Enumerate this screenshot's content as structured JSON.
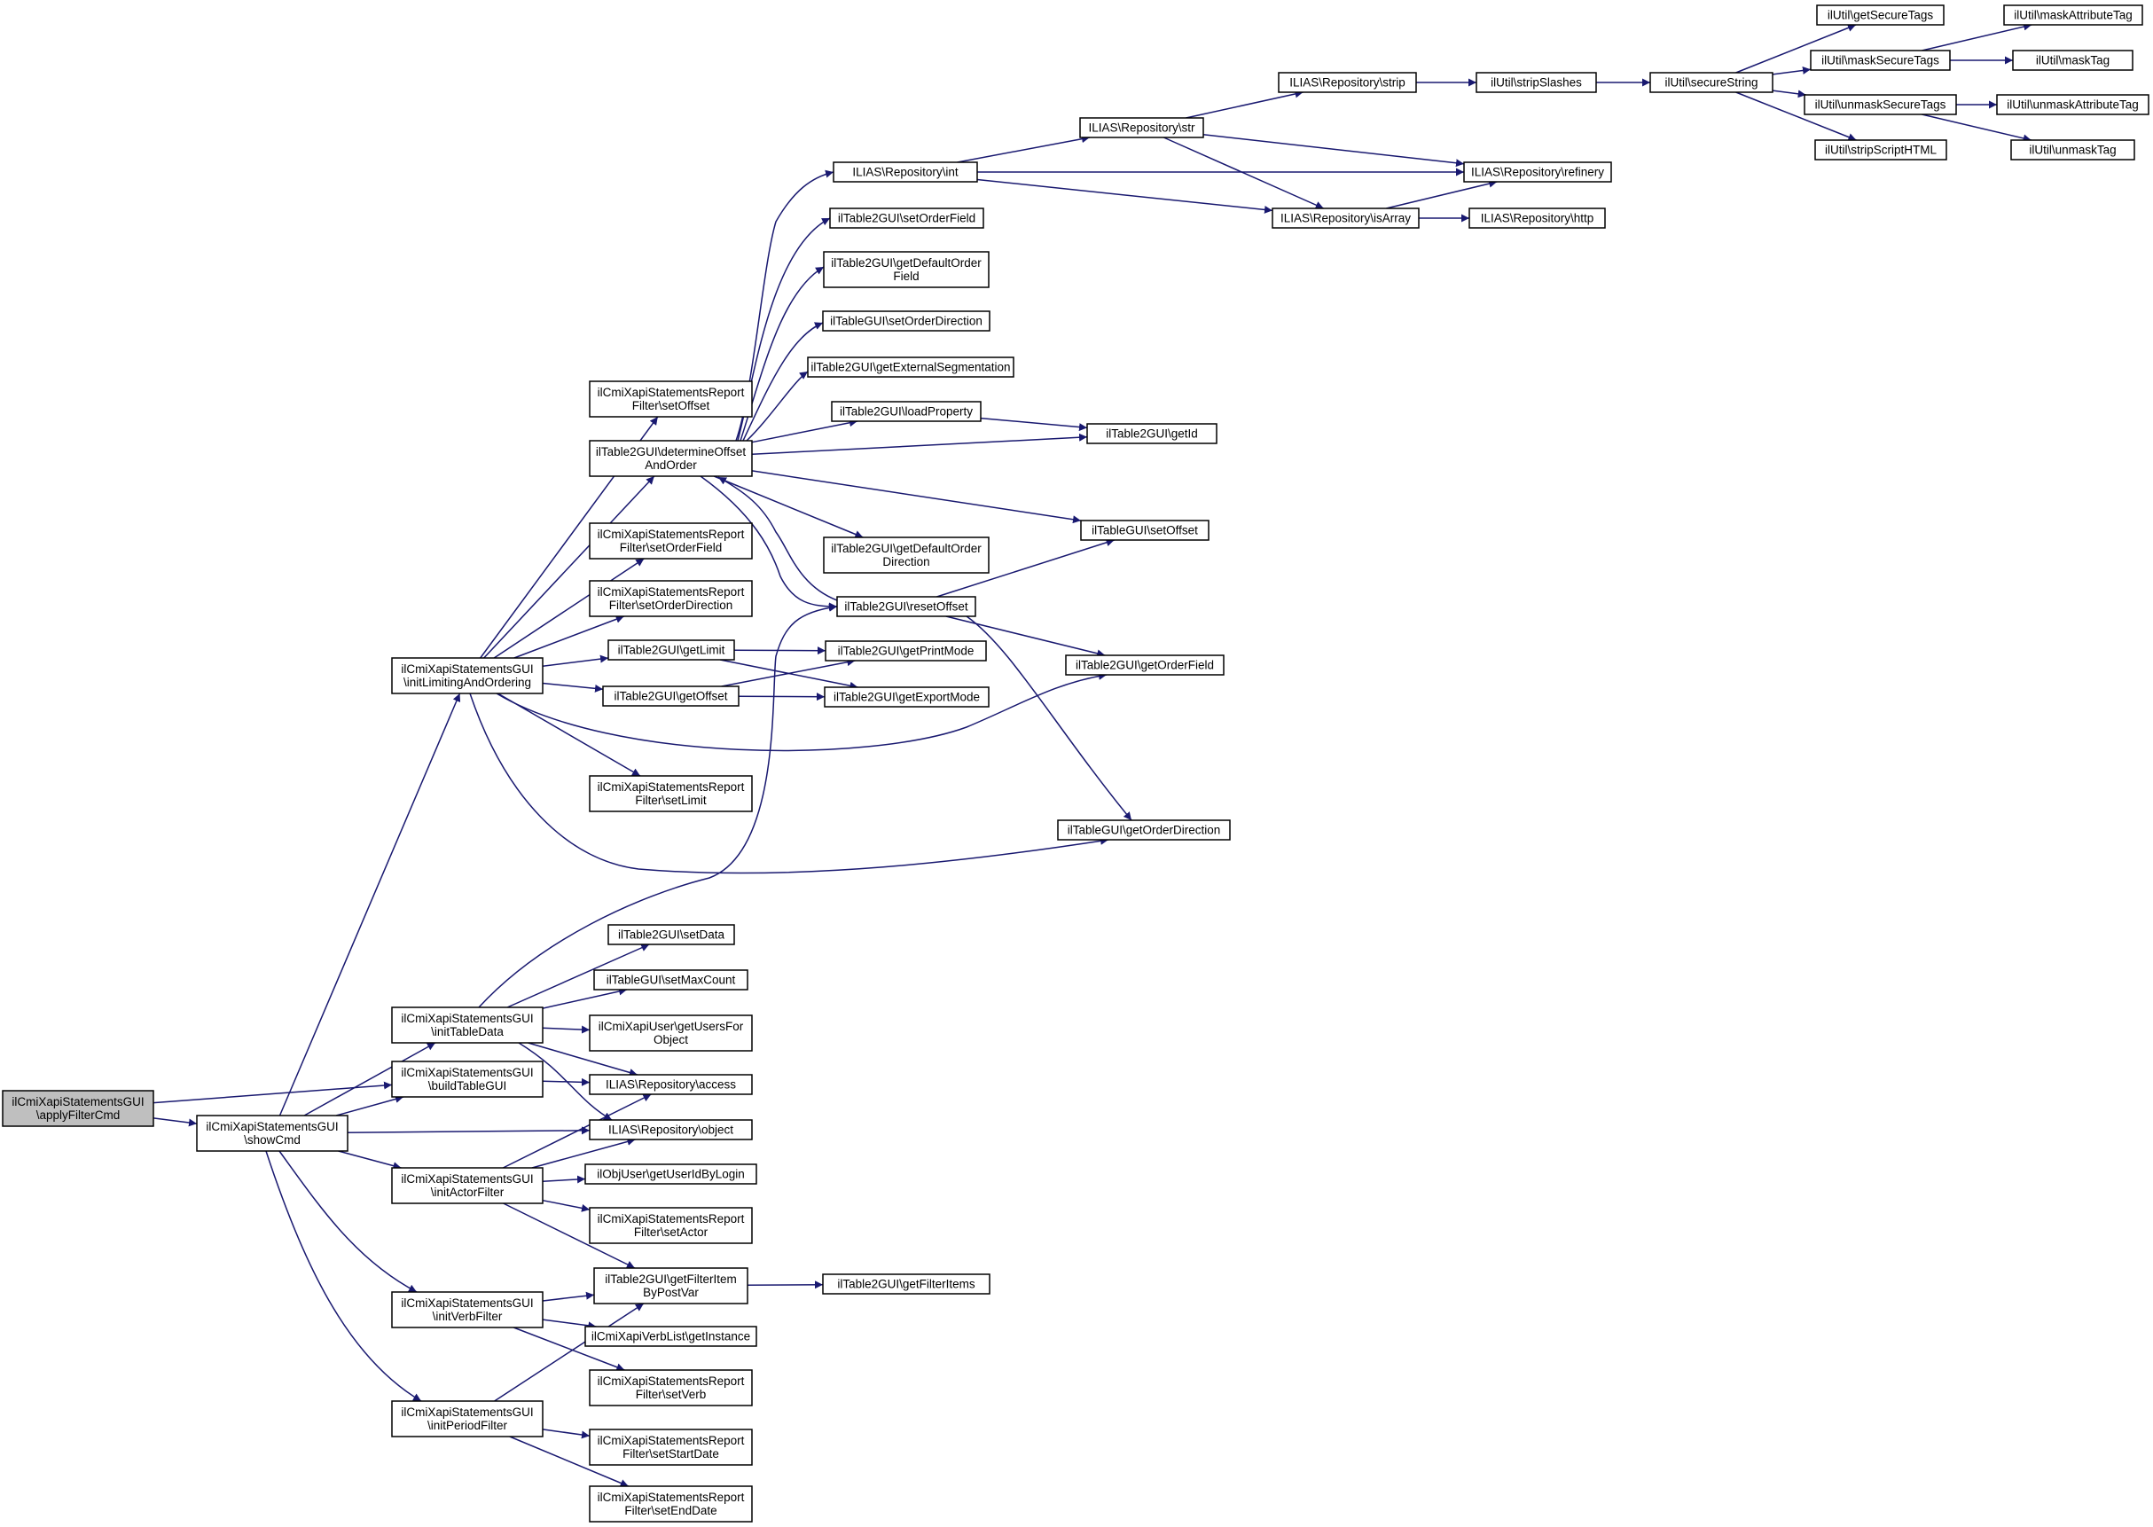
{
  "diagram": {
    "nodes": [
      {
        "id": "applyFilterCmd",
        "lines": [
          "ilCmiXapiStatementsGUI",
          "\\applyFilterCmd"
        ],
        "root": true
      },
      {
        "id": "showCmd",
        "lines": [
          "ilCmiXapiStatementsGUI",
          "\\showCmd"
        ]
      },
      {
        "id": "initLimitingAndOrdering",
        "lines": [
          "ilCmiXapiStatementsGUI",
          "\\initLimitingAndOrdering"
        ]
      },
      {
        "id": "initTableData",
        "lines": [
          "ilCmiXapiStatementsGUI",
          "\\initTableData"
        ]
      },
      {
        "id": "buildTableGUI",
        "lines": [
          "ilCmiXapiStatementsGUI",
          "\\buildTableGUI"
        ]
      },
      {
        "id": "initActorFilter",
        "lines": [
          "ilCmiXapiStatementsGUI",
          "\\initActorFilter"
        ]
      },
      {
        "id": "initVerbFilter",
        "lines": [
          "ilCmiXapiStatementsGUI",
          "\\initVerbFilter"
        ]
      },
      {
        "id": "initPeriodFilter",
        "lines": [
          "ilCmiXapiStatementsGUI",
          "\\initPeriodFilter"
        ]
      },
      {
        "id": "rf_setOffset",
        "lines": [
          "ilCmiXapiStatementsReport",
          "Filter\\setOffset"
        ]
      },
      {
        "id": "t2_determineOffsetAndOrder",
        "lines": [
          "ilTable2GUI\\determineOffset",
          "AndOrder"
        ]
      },
      {
        "id": "rf_setOrderField",
        "lines": [
          "ilCmiXapiStatementsReport",
          "Filter\\setOrderField"
        ]
      },
      {
        "id": "rf_setOrderDirection",
        "lines": [
          "ilCmiXapiStatementsReport",
          "Filter\\setOrderDirection"
        ]
      },
      {
        "id": "t2_getLimit",
        "lines": [
          "ilTable2GUI\\getLimit"
        ]
      },
      {
        "id": "t2_getOffset",
        "lines": [
          "ilTable2GUI\\getOffset"
        ]
      },
      {
        "id": "rf_setLimit",
        "lines": [
          "ilCmiXapiStatementsReport",
          "Filter\\setLimit"
        ]
      },
      {
        "id": "t2_setData",
        "lines": [
          "ilTable2GUI\\setData"
        ]
      },
      {
        "id": "t_setMaxCount",
        "lines": [
          "ilTableGUI\\setMaxCount"
        ]
      },
      {
        "id": "xu_getUsersForObject",
        "lines": [
          "ilCmiXapiUser\\getUsersFor",
          "Object"
        ]
      },
      {
        "id": "repo_access",
        "lines": [
          "ILIAS\\Repository\\access"
        ]
      },
      {
        "id": "repo_object",
        "lines": [
          "ILIAS\\Repository\\object"
        ]
      },
      {
        "id": "ou_getUserIdByLogin",
        "lines": [
          "ilObjUser\\getUserIdByLogin"
        ]
      },
      {
        "id": "rf_setActor",
        "lines": [
          "ilCmiXapiStatementsReport",
          "Filter\\setActor"
        ]
      },
      {
        "id": "t2_getFilterItemByPostVar",
        "lines": [
          "ilTable2GUI\\getFilterItem",
          "ByPostVar"
        ]
      },
      {
        "id": "vl_getInstance",
        "lines": [
          "ilCmiXapiVerbList\\getInstance"
        ]
      },
      {
        "id": "rf_setVerb",
        "lines": [
          "ilCmiXapiStatementsReport",
          "Filter\\setVerb"
        ]
      },
      {
        "id": "rf_setStartDate",
        "lines": [
          "ilCmiXapiStatementsReport",
          "Filter\\setStartDate"
        ]
      },
      {
        "id": "rf_setEndDate",
        "lines": [
          "ilCmiXapiStatementsReport",
          "Filter\\setEndDate"
        ]
      },
      {
        "id": "repo_int",
        "lines": [
          "ILIAS\\Repository\\int"
        ]
      },
      {
        "id": "t2_setOrderField",
        "lines": [
          "ilTable2GUI\\setOrderField"
        ]
      },
      {
        "id": "t2_getDefaultOrderField",
        "lines": [
          "ilTable2GUI\\getDefaultOrder",
          "Field"
        ]
      },
      {
        "id": "t_setOrderDirection",
        "lines": [
          "ilTableGUI\\setOrderDirection"
        ]
      },
      {
        "id": "t2_getExternalSegmentation",
        "lines": [
          "ilTable2GUI\\getExternalSegmentation"
        ]
      },
      {
        "id": "t2_loadProperty",
        "lines": [
          "ilTable2GUI\\loadProperty"
        ]
      },
      {
        "id": "t2_getDefaultOrderDirection",
        "lines": [
          "ilTable2GUI\\getDefaultOrder",
          "Direction"
        ]
      },
      {
        "id": "t2_resetOffset",
        "lines": [
          "ilTable2GUI\\resetOffset"
        ]
      },
      {
        "id": "t2_getPrintMode",
        "lines": [
          "ilTable2GUI\\getPrintMode"
        ]
      },
      {
        "id": "t2_getExportMode",
        "lines": [
          "ilTable2GUI\\getExportMode"
        ]
      },
      {
        "id": "t2_getFilterItems",
        "lines": [
          "ilTable2GUI\\getFilterItems"
        ]
      },
      {
        "id": "repo_str",
        "lines": [
          "ILIAS\\Repository\\str"
        ]
      },
      {
        "id": "repo_isArray",
        "lines": [
          "ILIAS\\Repository\\isArray"
        ]
      },
      {
        "id": "t2_getId",
        "lines": [
          "ilTable2GUI\\getId"
        ]
      },
      {
        "id": "t_setOffset",
        "lines": [
          "ilTableGUI\\setOffset"
        ]
      },
      {
        "id": "t2_getOrderField",
        "lines": [
          "ilTable2GUI\\getOrderField"
        ]
      },
      {
        "id": "t_getOrderDirection",
        "lines": [
          "ilTableGUI\\getOrderDirection"
        ]
      },
      {
        "id": "repo_strip",
        "lines": [
          "ILIAS\\Repository\\strip"
        ]
      },
      {
        "id": "repo_refinery",
        "lines": [
          "ILIAS\\Repository\\refinery"
        ]
      },
      {
        "id": "repo_http",
        "lines": [
          "ILIAS\\Repository\\http"
        ]
      },
      {
        "id": "u_stripSlashes",
        "lines": [
          "ilUtil\\stripSlashes"
        ]
      },
      {
        "id": "u_secureString",
        "lines": [
          "ilUtil\\secureString"
        ]
      },
      {
        "id": "u_getSecureTags",
        "lines": [
          "ilUtil\\getSecureTags"
        ]
      },
      {
        "id": "u_maskSecureTags",
        "lines": [
          "ilUtil\\maskSecureTags"
        ]
      },
      {
        "id": "u_unmaskSecureTags",
        "lines": [
          "ilUtil\\unmaskSecureTags"
        ]
      },
      {
        "id": "u_stripScriptHTML",
        "lines": [
          "ilUtil\\stripScriptHTML"
        ]
      },
      {
        "id": "u_maskAttributeTag",
        "lines": [
          "ilUtil\\maskAttributeTag"
        ]
      },
      {
        "id": "u_maskTag",
        "lines": [
          "ilUtil\\maskTag"
        ]
      },
      {
        "id": "u_unmaskAttributeTag",
        "lines": [
          "ilUtil\\unmaskAttributeTag"
        ],
        "border": "#ff0000"
      },
      {
        "id": "u_unmaskTag",
        "lines": [
          "ilUtil\\unmaskTag"
        ]
      }
    ],
    "edges": [
      [
        "applyFilterCmd",
        "showCmd"
      ],
      [
        "applyFilterCmd",
        "buildTableGUI"
      ],
      [
        "showCmd",
        "initLimitingAndOrdering"
      ],
      [
        "showCmd",
        "initTableData"
      ],
      [
        "showCmd",
        "buildTableGUI"
      ],
      [
        "showCmd",
        "repo_object"
      ],
      [
        "showCmd",
        "initActorFilter"
      ],
      [
        "showCmd",
        "initVerbFilter"
      ],
      [
        "showCmd",
        "initPeriodFilter"
      ],
      [
        "initLimitingAndOrdering",
        "rf_setOffset"
      ],
      [
        "initLimitingAndOrdering",
        "t2_determineOffsetAndOrder"
      ],
      [
        "initLimitingAndOrdering",
        "rf_setOrderField"
      ],
      [
        "initLimitingAndOrdering",
        "rf_setOrderDirection"
      ],
      [
        "initLimitingAndOrdering",
        "t2_getLimit"
      ],
      [
        "initLimitingAndOrdering",
        "t2_getOffset"
      ],
      [
        "initLimitingAndOrdering",
        "rf_setLimit"
      ],
      [
        "initLimitingAndOrdering",
        "t2_getOrderField"
      ],
      [
        "initLimitingAndOrdering",
        "t_getOrderDirection"
      ],
      [
        "t2_determineOffsetAndOrder",
        "repo_int"
      ],
      [
        "t2_determineOffsetAndOrder",
        "t2_setOrderField"
      ],
      [
        "t2_determineOffsetAndOrder",
        "t2_getDefaultOrderField"
      ],
      [
        "t2_determineOffsetAndOrder",
        "t_setOrderDirection"
      ],
      [
        "t2_determineOffsetAndOrder",
        "t2_getExternalSegmentation"
      ],
      [
        "t2_determineOffsetAndOrder",
        "t2_loadProperty"
      ],
      [
        "t2_determineOffsetAndOrder",
        "t2_getId"
      ],
      [
        "t2_determineOffsetAndOrder",
        "t_setOffset"
      ],
      [
        "t2_determineOffsetAndOrder",
        "t2_getDefaultOrderDirection"
      ],
      [
        "t2_determineOffsetAndOrder",
        "t2_resetOffset"
      ],
      [
        "t2_resetOffset",
        "t2_determineOffsetAndOrder"
      ],
      [
        "t2_resetOffset",
        "t_setOffset"
      ],
      [
        "t2_resetOffset",
        "t2_getOrderField"
      ],
      [
        "t2_resetOffset",
        "t_getOrderDirection"
      ],
      [
        "t2_getLimit",
        "t2_getPrintMode"
      ],
      [
        "t2_getLimit",
        "t2_getExportMode"
      ],
      [
        "t2_getOffset",
        "t2_getPrintMode"
      ],
      [
        "t2_getOffset",
        "t2_getExportMode"
      ],
      [
        "t2_loadProperty",
        "t2_getId"
      ],
      [
        "repo_int",
        "repo_str"
      ],
      [
        "repo_int",
        "repo_refinery"
      ],
      [
        "repo_int",
        "repo_isArray"
      ],
      [
        "repo_str",
        "repo_strip"
      ],
      [
        "repo_str",
        "repo_refinery"
      ],
      [
        "repo_str",
        "repo_isArray"
      ],
      [
        "repo_isArray",
        "repo_refinery"
      ],
      [
        "repo_isArray",
        "repo_http"
      ],
      [
        "repo_strip",
        "u_stripSlashes"
      ],
      [
        "u_stripSlashes",
        "u_secureString"
      ],
      [
        "u_secureString",
        "u_getSecureTags"
      ],
      [
        "u_secureString",
        "u_maskSecureTags"
      ],
      [
        "u_secureString",
        "u_unmaskSecureTags"
      ],
      [
        "u_secureString",
        "u_stripScriptHTML"
      ],
      [
        "u_maskSecureTags",
        "u_maskAttributeTag"
      ],
      [
        "u_maskSecureTags",
        "u_maskTag"
      ],
      [
        "u_unmaskSecureTags",
        "u_unmaskAttributeTag"
      ],
      [
        "u_unmaskSecureTags",
        "u_unmaskTag"
      ],
      [
        "initTableData",
        "t2_resetOffset"
      ],
      [
        "initTableData",
        "t2_setData"
      ],
      [
        "initTableData",
        "t_setMaxCount"
      ],
      [
        "initTableData",
        "xu_getUsersForObject"
      ],
      [
        "initTableData",
        "repo_access"
      ],
      [
        "initTableData",
        "repo_object"
      ],
      [
        "buildTableGUI",
        "repo_access"
      ],
      [
        "initActorFilter",
        "repo_access"
      ],
      [
        "initActorFilter",
        "repo_object"
      ],
      [
        "initActorFilter",
        "ou_getUserIdByLogin"
      ],
      [
        "initActorFilter",
        "rf_setActor"
      ],
      [
        "initActorFilter",
        "t2_getFilterItemByPostVar"
      ],
      [
        "initVerbFilter",
        "t2_getFilterItemByPostVar"
      ],
      [
        "initVerbFilter",
        "vl_getInstance"
      ],
      [
        "initVerbFilter",
        "rf_setVerb"
      ],
      [
        "initPeriodFilter",
        "t2_getFilterItemByPostVar"
      ],
      [
        "initPeriodFilter",
        "rf_setStartDate"
      ],
      [
        "initPeriodFilter",
        "rf_setEndDate"
      ],
      [
        "t2_getFilterItemByPostVar",
        "t2_getFilterItems"
      ]
    ]
  }
}
